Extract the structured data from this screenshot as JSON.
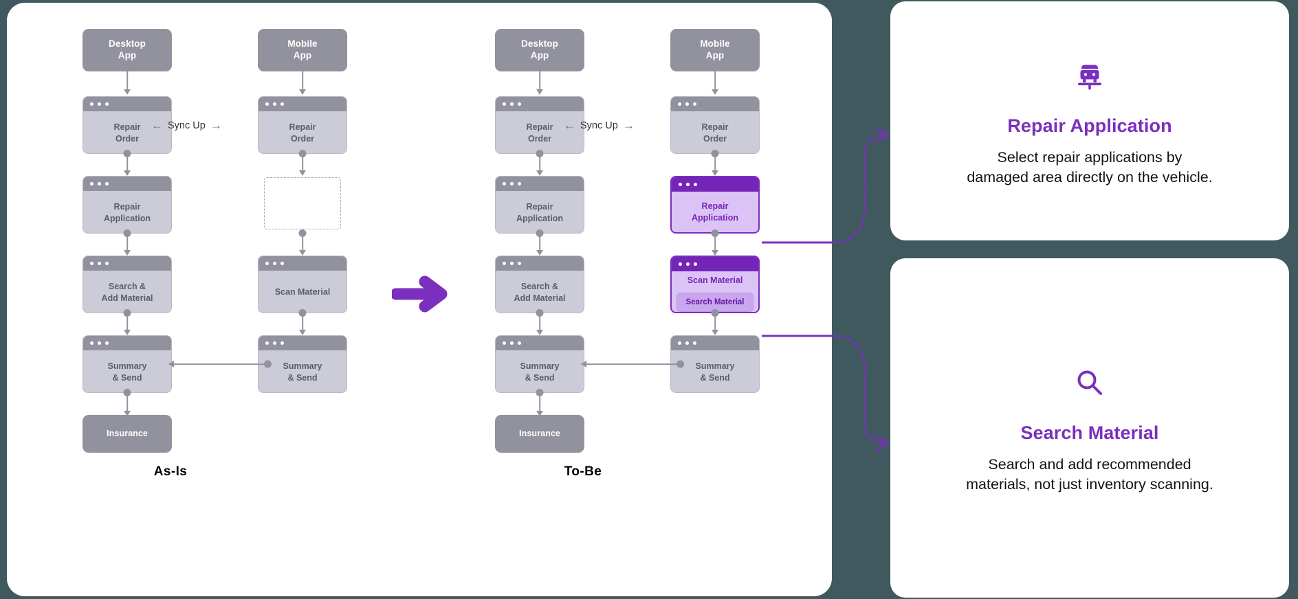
{
  "theme": {
    "background": "#40595e",
    "panel_bg": "#ffffff",
    "accent_purple": "#7b2fbe",
    "accent_purple_dark": "#7425b8",
    "accent_purple_light": "#dcc3f5",
    "node_gray": "#92929e",
    "node_body_gray": "#ccccd8",
    "node_text_gray": "#5b5c6b"
  },
  "diagram": {
    "phases": [
      {
        "id": "as-is",
        "caption": "As-Is"
      },
      {
        "id": "to-be",
        "caption": "To-Be"
      }
    ],
    "sync_label": "Sync Up",
    "sync_arrow_left": "←",
    "sync_arrow_right": "→",
    "as_is": {
      "desktop": {
        "app": "Desktop\nApp",
        "app_line1": "Desktop",
        "app_line2": "App",
        "nodes": [
          {
            "label": "Repair\nOrder",
            "line1": "Repair",
            "line2": "Order",
            "highlight": false
          },
          {
            "label": "Repair\nApplication",
            "line1": "Repair",
            "line2": "Application",
            "highlight": false
          },
          {
            "label": "Search  &\nAdd Material",
            "line1": "Search  &",
            "line2": "Add Material",
            "highlight": false
          },
          {
            "label": "Summary\n& Send",
            "line1": "Summary",
            "line2": "& Send",
            "highlight": false
          }
        ],
        "terminal": "Insurance"
      },
      "mobile": {
        "app_line1": "Mobile",
        "app_line2": "App",
        "nodes": [
          {
            "label": "Repair\nOrder",
            "line1": "Repair",
            "line2": "Order",
            "highlight": false
          },
          {
            "label": "",
            "placeholder": true
          },
          {
            "label": "Scan Material",
            "line1": "Scan Material",
            "line2": "",
            "highlight": false
          },
          {
            "label": "Summary\n& Send",
            "line1": "Summary",
            "line2": "& Send",
            "highlight": false
          }
        ]
      }
    },
    "to_be": {
      "desktop": {
        "app_line1": "Desktop",
        "app_line2": "App",
        "nodes": [
          {
            "label": "Repair\nOrder",
            "line1": "Repair",
            "line2": "Order",
            "highlight": false
          },
          {
            "label": "Repair\nApplication",
            "line1": "Repair",
            "line2": "Application",
            "highlight": false
          },
          {
            "label": "Search  &\nAdd Material",
            "line1": "Search  &",
            "line2": "Add Material",
            "highlight": false
          },
          {
            "label": "Summary\n& Send",
            "line1": "Summary",
            "line2": "& Send",
            "highlight": false
          }
        ],
        "terminal": "Insurance"
      },
      "mobile": {
        "app_line1": "Mobile",
        "app_line2": "App",
        "nodes": [
          {
            "label": "Repair\nOrder",
            "line1": "Repair",
            "line2": "Order",
            "highlight": false
          },
          {
            "label": "Repair\nApplication",
            "line1": "Repair",
            "line2": "Application",
            "highlight": true
          },
          {
            "label": "Scan Material",
            "line1": "Scan Material",
            "sub_chip": "Search Material",
            "highlight": true
          },
          {
            "label": "Summary\n& Send",
            "line1": "Summary",
            "line2": "& Send",
            "highlight": false
          }
        ]
      }
    }
  },
  "cards": [
    {
      "id": "repair-application",
      "icon": "vehicle-front-icon",
      "title": "Repair Application",
      "desc_line1": "Select repair applications by",
      "desc_line2": "damaged area directly on the vehicle."
    },
    {
      "id": "search-material",
      "icon": "magnifier-icon",
      "title": "Search Material",
      "desc_line1": "Search and add recommended",
      "desc_line2": "materials, not just inventory scanning."
    }
  ]
}
